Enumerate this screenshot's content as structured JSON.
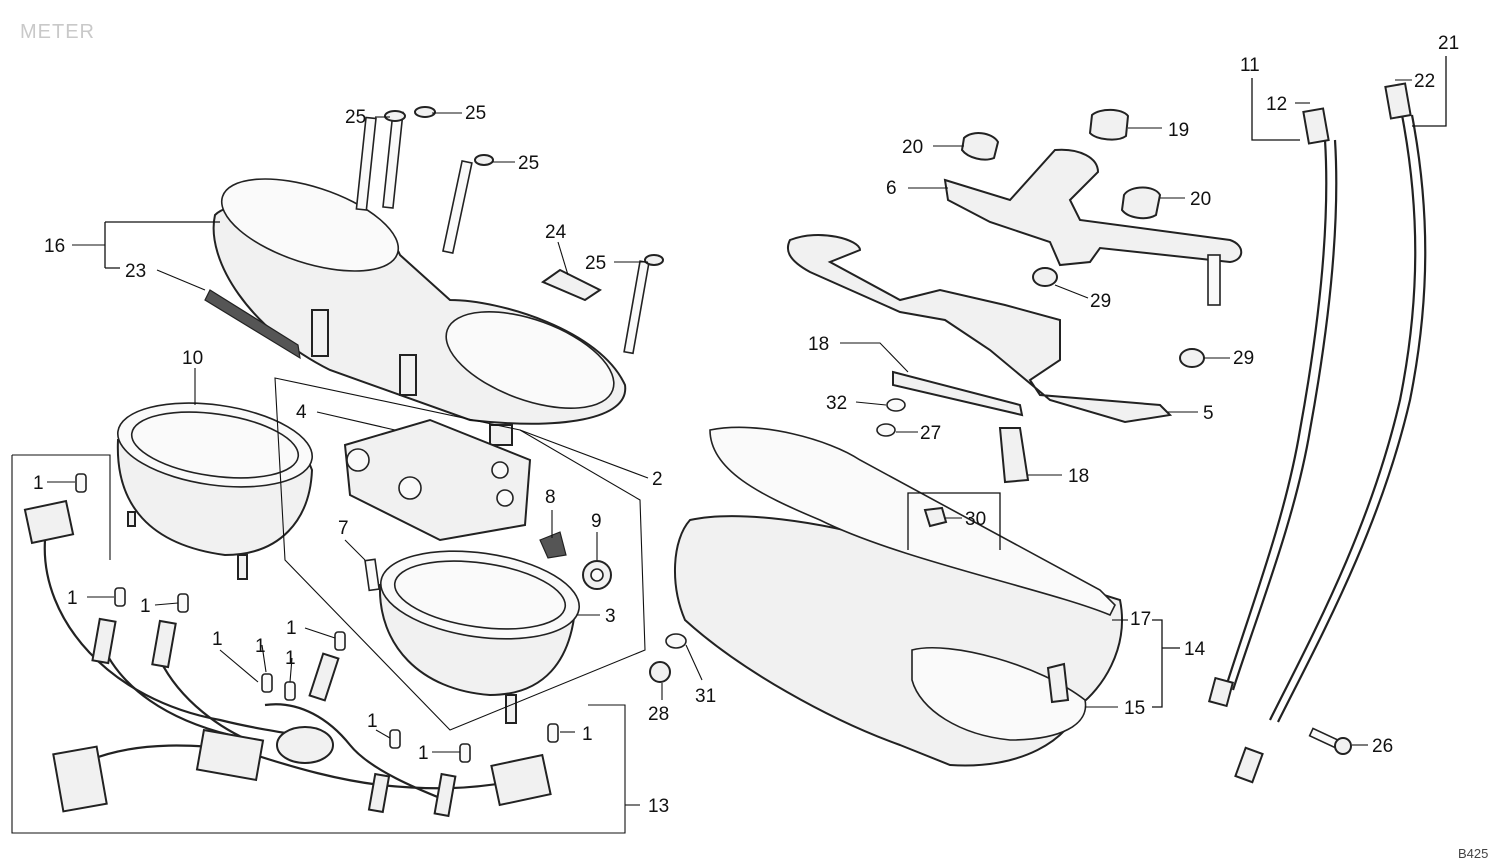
{
  "title": "METER",
  "drawing_code": "B425",
  "callouts": {
    "c1": "1",
    "c2": "2",
    "c3": "3",
    "c4": "4",
    "c5": "5",
    "c6": "6",
    "c7": "7",
    "c8": "8",
    "c9": "9",
    "c10": "10",
    "c11": "11",
    "c12": "12",
    "c13": "13",
    "c14": "14",
    "c15": "15",
    "c16": "16",
    "c17": "17",
    "c18": "18",
    "c19": "19",
    "c20": "20",
    "c21": "21",
    "c22": "22",
    "c23": "23",
    "c24": "24",
    "c25": "25",
    "c26": "26",
    "c27": "27",
    "c28": "28",
    "c29": "29",
    "c30": "30",
    "c31": "31",
    "c32": "32"
  }
}
